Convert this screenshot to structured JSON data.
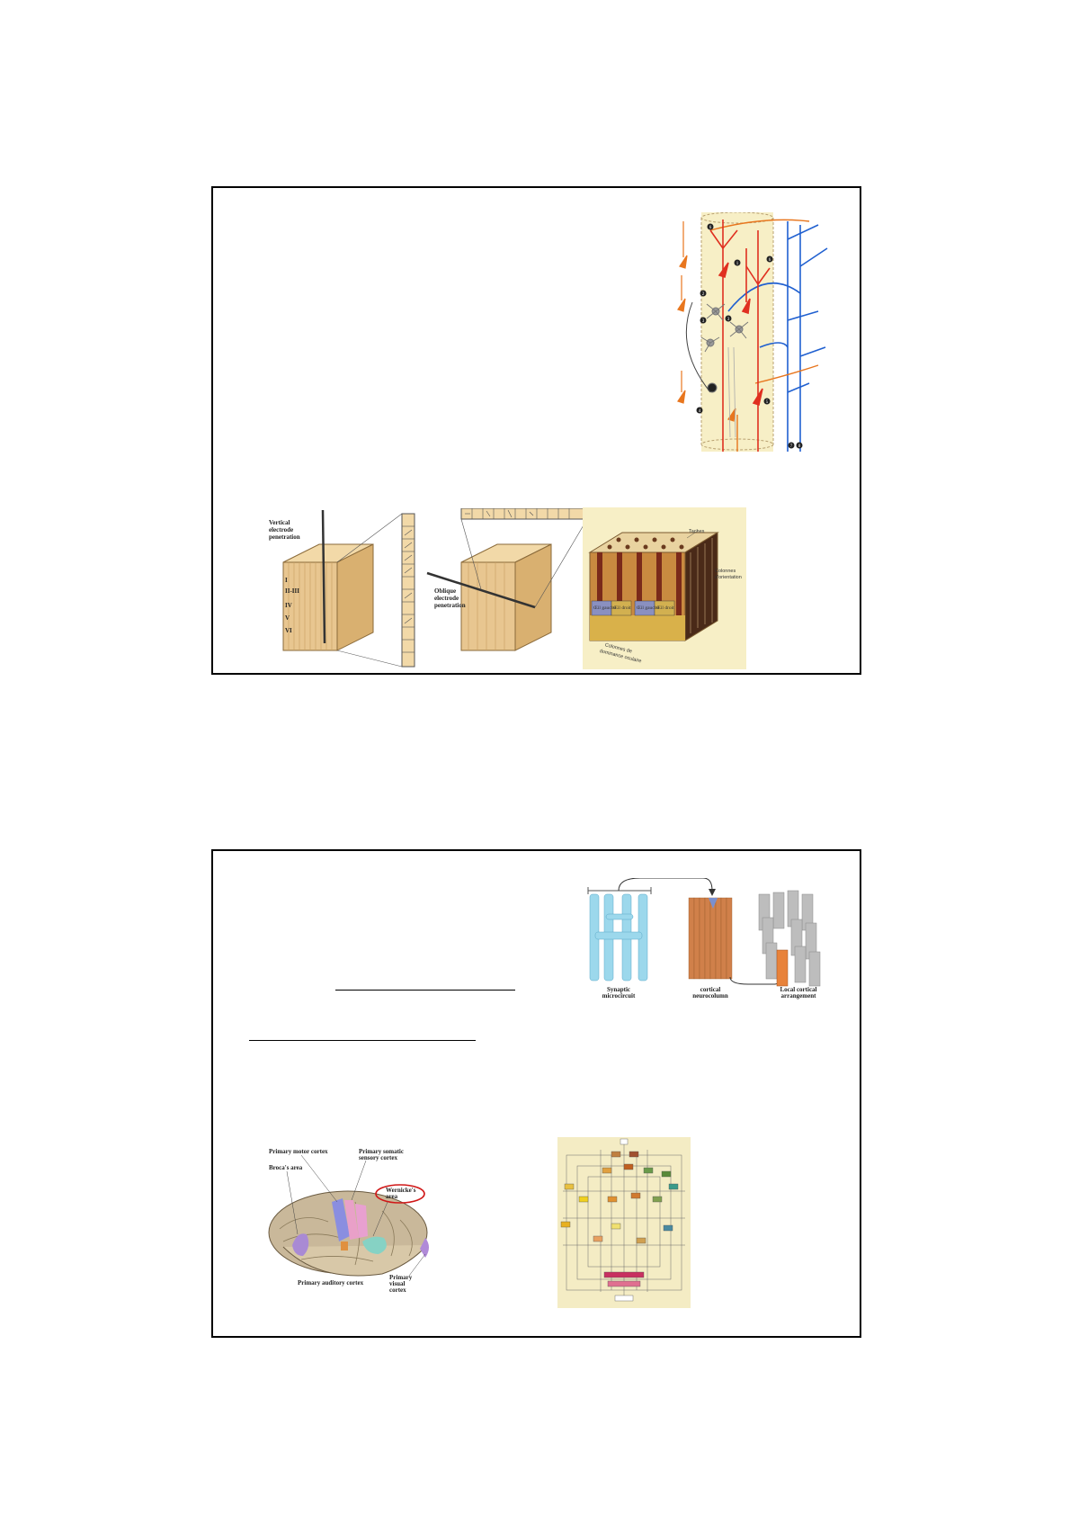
{
  "slide1": {
    "electrode_fig": {
      "vertical_label": [
        "Vertical",
        "electrode",
        "penetration"
      ],
      "oblique_label": [
        "Oblique",
        "electrode",
        "penetration"
      ],
      "layer_labels": [
        "I",
        "II-III",
        "IV",
        "V",
        "VI"
      ]
    },
    "columns_fig": {
      "taches": "Taches",
      "orientation": [
        "Colonnes",
        "d'orientation"
      ],
      "eye_labels": [
        "Œil gauche",
        "Œil droit",
        "Œil gauche",
        "Œil droit"
      ],
      "dominance": [
        "Colonnes de",
        "dominance oculaire"
      ]
    },
    "neuron_fig": {
      "numbers": [
        "1",
        "2",
        "3",
        "4",
        "5",
        "6",
        "7",
        "8"
      ]
    }
  },
  "slide2": {
    "hierarchy_fig": {
      "labels": [
        [
          "Synaptic",
          "microcircuit"
        ],
        [
          "cortical",
          "neurocolumn"
        ],
        [
          "Local cortical",
          "arrangement"
        ]
      ]
    },
    "brain_fig": {
      "labels": {
        "motor": "Primary motor cortex",
        "broca": "Broca's area",
        "somatic": [
          "Primary somatic",
          "sensory cortex"
        ],
        "wernicke": [
          "Wernicke's",
          "area"
        ],
        "auditory": "Primary auditory cortex",
        "visual": [
          "Primary",
          "visual",
          "cortex"
        ]
      }
    }
  },
  "colors": {
    "neuron_red": "#e03020",
    "neuron_orange": "#e8761e",
    "axon_blue": "#2060d0",
    "column_bg": "#f7efc6",
    "cube_tan": "#e8c690",
    "wernicke_circle": "#d01818"
  }
}
